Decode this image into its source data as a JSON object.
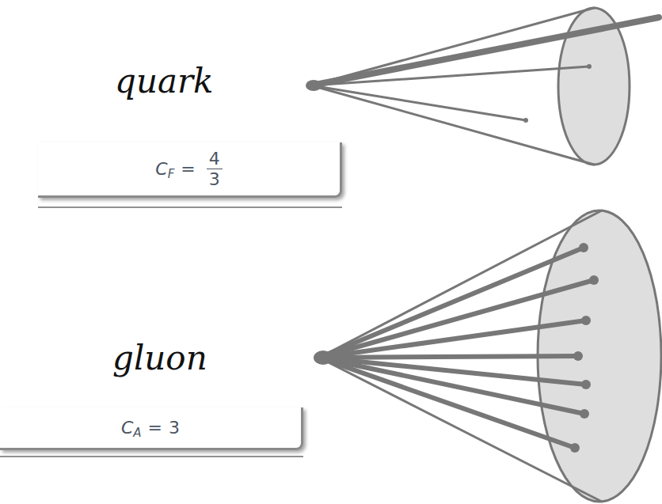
{
  "diagram": {
    "nodes": [
      {
        "text": [
          "C",
          "F",
          "=",
          "4",
          "3"
        ]
      },
      {
        "text": [
          "C",
          "A",
          "=",
          "3"
        ]
      }
    ],
    "labels": [
      "quark",
      "gluon"
    ]
  }
}
